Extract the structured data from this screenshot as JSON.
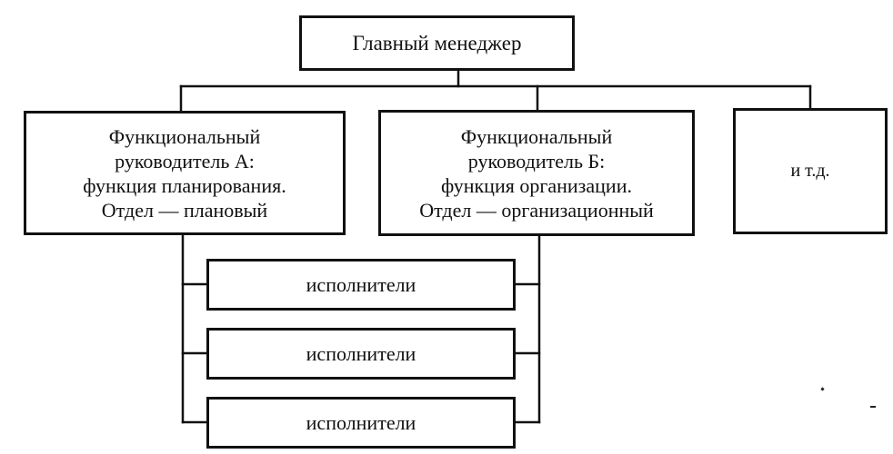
{
  "diagram": {
    "top": {
      "label": "Главный менеджер"
    },
    "managers": [
      {
        "label": "Функциональный\nруководитель А:\nфункция планирования.\nОтдел — плановый"
      },
      {
        "label": "Функциональный\nруководитель Б:\nфункция организации.\nОтдел — организационный"
      },
      {
        "label": "и т.д."
      }
    ],
    "executors": [
      {
        "label": "исполнители"
      },
      {
        "label": "исполнители"
      },
      {
        "label": "исполнители"
      }
    ]
  },
  "colors": {
    "line": "#111111",
    "background": "#ffffff"
  }
}
